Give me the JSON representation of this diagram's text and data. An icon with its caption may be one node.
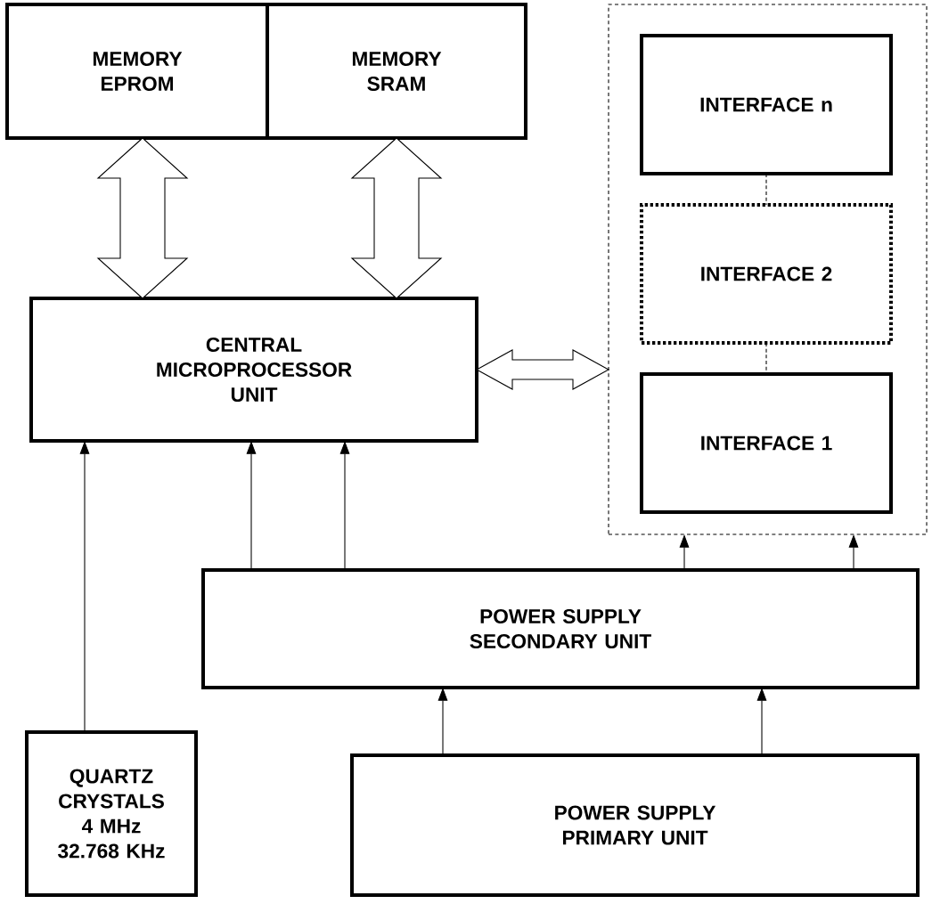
{
  "diagram": {
    "nodes": [
      {
        "text": [
          "MEMORY EPROM"
        ]
      },
      {
        "text": [
          "MEMORY SRAM"
        ]
      },
      {
        "text": [
          "CENTRAL MICROPROCESSOR UNIT"
        ]
      },
      {
        "text": [],
        "shape": "box"
      },
      {
        "text": [
          "INTERFACE n"
        ],
        "in": 3
      },
      {
        "text": [
          "INTERFACE 2"
        ],
        "in": 3
      },
      {
        "text": [
          "INTERFACE 1"
        ],
        "in": 3
      },
      {
        "text": [
          "POWER SUPPLY SECONDARY UNIT"
        ]
      },
      {
        "text": [
          "QUARTZ CRYSTALS",
          "4 MHz",
          "32.768 KHz"
        ]
      },
      {
        "text": [
          "POWER SUPPLY PRIMARY UNIT"
        ]
      }
    ],
    "edges": [
      {
        "from": 0,
        "to": 2,
        "arrow": "both",
        "style": "thick"
      },
      {
        "from": 1,
        "to": 2,
        "arrow": "both",
        "style": "thick"
      },
      {
        "from": 2,
        "to": 3,
        "arrow": "both",
        "style": "thick"
      },
      {
        "from": 4,
        "to": 5,
        "arrow": "none",
        "style": "dashed"
      },
      {
        "from": 5,
        "to": 6,
        "arrow": "none",
        "style": "dashed"
      },
      {
        "from": 8,
        "to": 2,
        "arrow": "to"
      },
      {
        "from": 7,
        "to": 2,
        "arrow": "to"
      },
      {
        "from": 7,
        "to": 2,
        "arrow": "to"
      },
      {
        "from": 7,
        "to": 3,
        "arrow": "to"
      },
      {
        "from": 7,
        "to": 3,
        "arrow": "to"
      },
      {
        "from": 9,
        "to": 7,
        "arrow": "to"
      },
      {
        "from": 9,
        "to": 7,
        "arrow": "to"
      }
    ]
  }
}
